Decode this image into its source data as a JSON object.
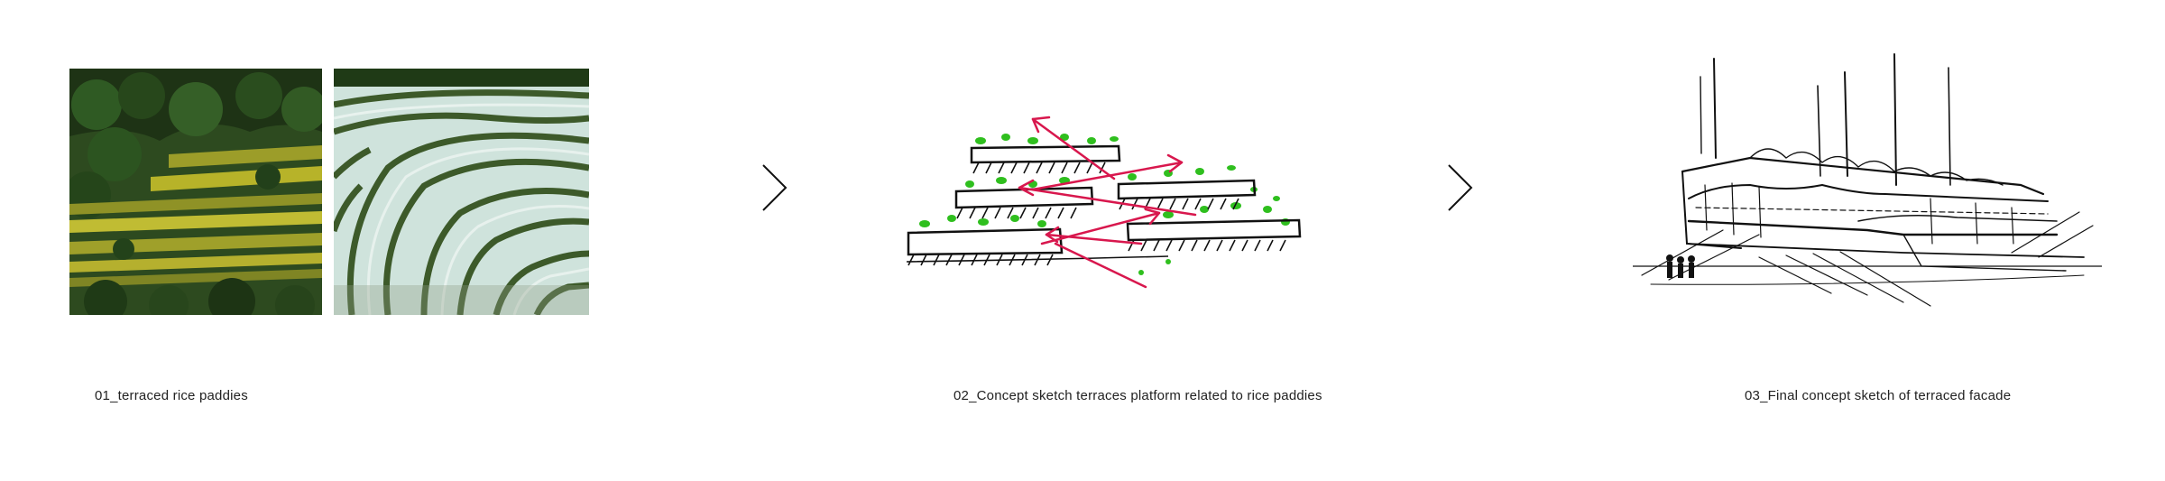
{
  "panels": [
    {
      "caption": "01_terraced rice paddies"
    },
    {
      "caption": "02_Concept sketch terraces platform related to rice paddies"
    },
    {
      "caption": "03_Final concept sketch of terraced facade"
    }
  ],
  "arrows": [
    "chevron-right",
    "chevron-right"
  ],
  "colors": {
    "background": "#ffffff",
    "sketch_ink": "#111111",
    "arrow_red": "#d8174d",
    "leaf_green": "#2fbf1e",
    "terrace_green": "#2f4a1c",
    "terrace_yellow": "#b7b329",
    "paddy_water": "#cfe3dc"
  }
}
